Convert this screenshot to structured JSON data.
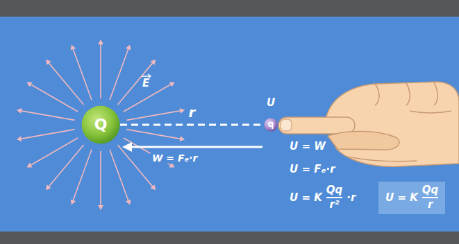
{
  "diagram": {
    "nodes": [
      {
        "text": [
          "Q"
        ]
      },
      {
        "text": [
          "q"
        ]
      },
      {
        "text": [
          "U = K",
          "Qq",
          "r"
        ]
      }
    ],
    "edges": [
      {
        "from": 0,
        "to": 1,
        "arrow": "none",
        "label": "r"
      }
    ],
    "labels": [
      "E",
      "U",
      "W = Fₑ·r",
      "U = W",
      "U = Fₑ·r",
      "U = K",
      "Qq",
      "r²",
      "·r"
    ]
  }
}
